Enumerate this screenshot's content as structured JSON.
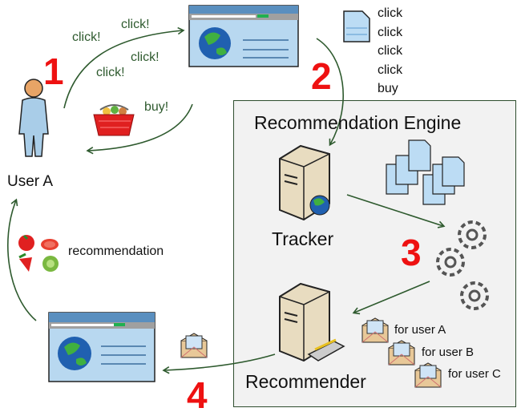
{
  "diagram": {
    "title": "Recommendation Engine",
    "user": {
      "label": "User A"
    },
    "steps": [
      "1",
      "2",
      "3",
      "4"
    ],
    "actions": {
      "clicks": [
        "click!",
        "click!",
        "click!",
        "click!"
      ],
      "buy": "buy!"
    },
    "log": {
      "entries": [
        "click",
        "click",
        "click",
        "click",
        "buy"
      ]
    },
    "engine": {
      "title": "Recommendation Engine",
      "tracker": "Tracker",
      "recommender": "Recommender",
      "outputs": [
        "for user A",
        "for user B",
        "for user C"
      ]
    },
    "recommendation": {
      "label": "recommendation"
    },
    "colors": {
      "arrow": "#2e5a2e",
      "step": "#ee1111",
      "panel": "#f2f2f2",
      "panel_border": "#2e4d2e"
    }
  }
}
